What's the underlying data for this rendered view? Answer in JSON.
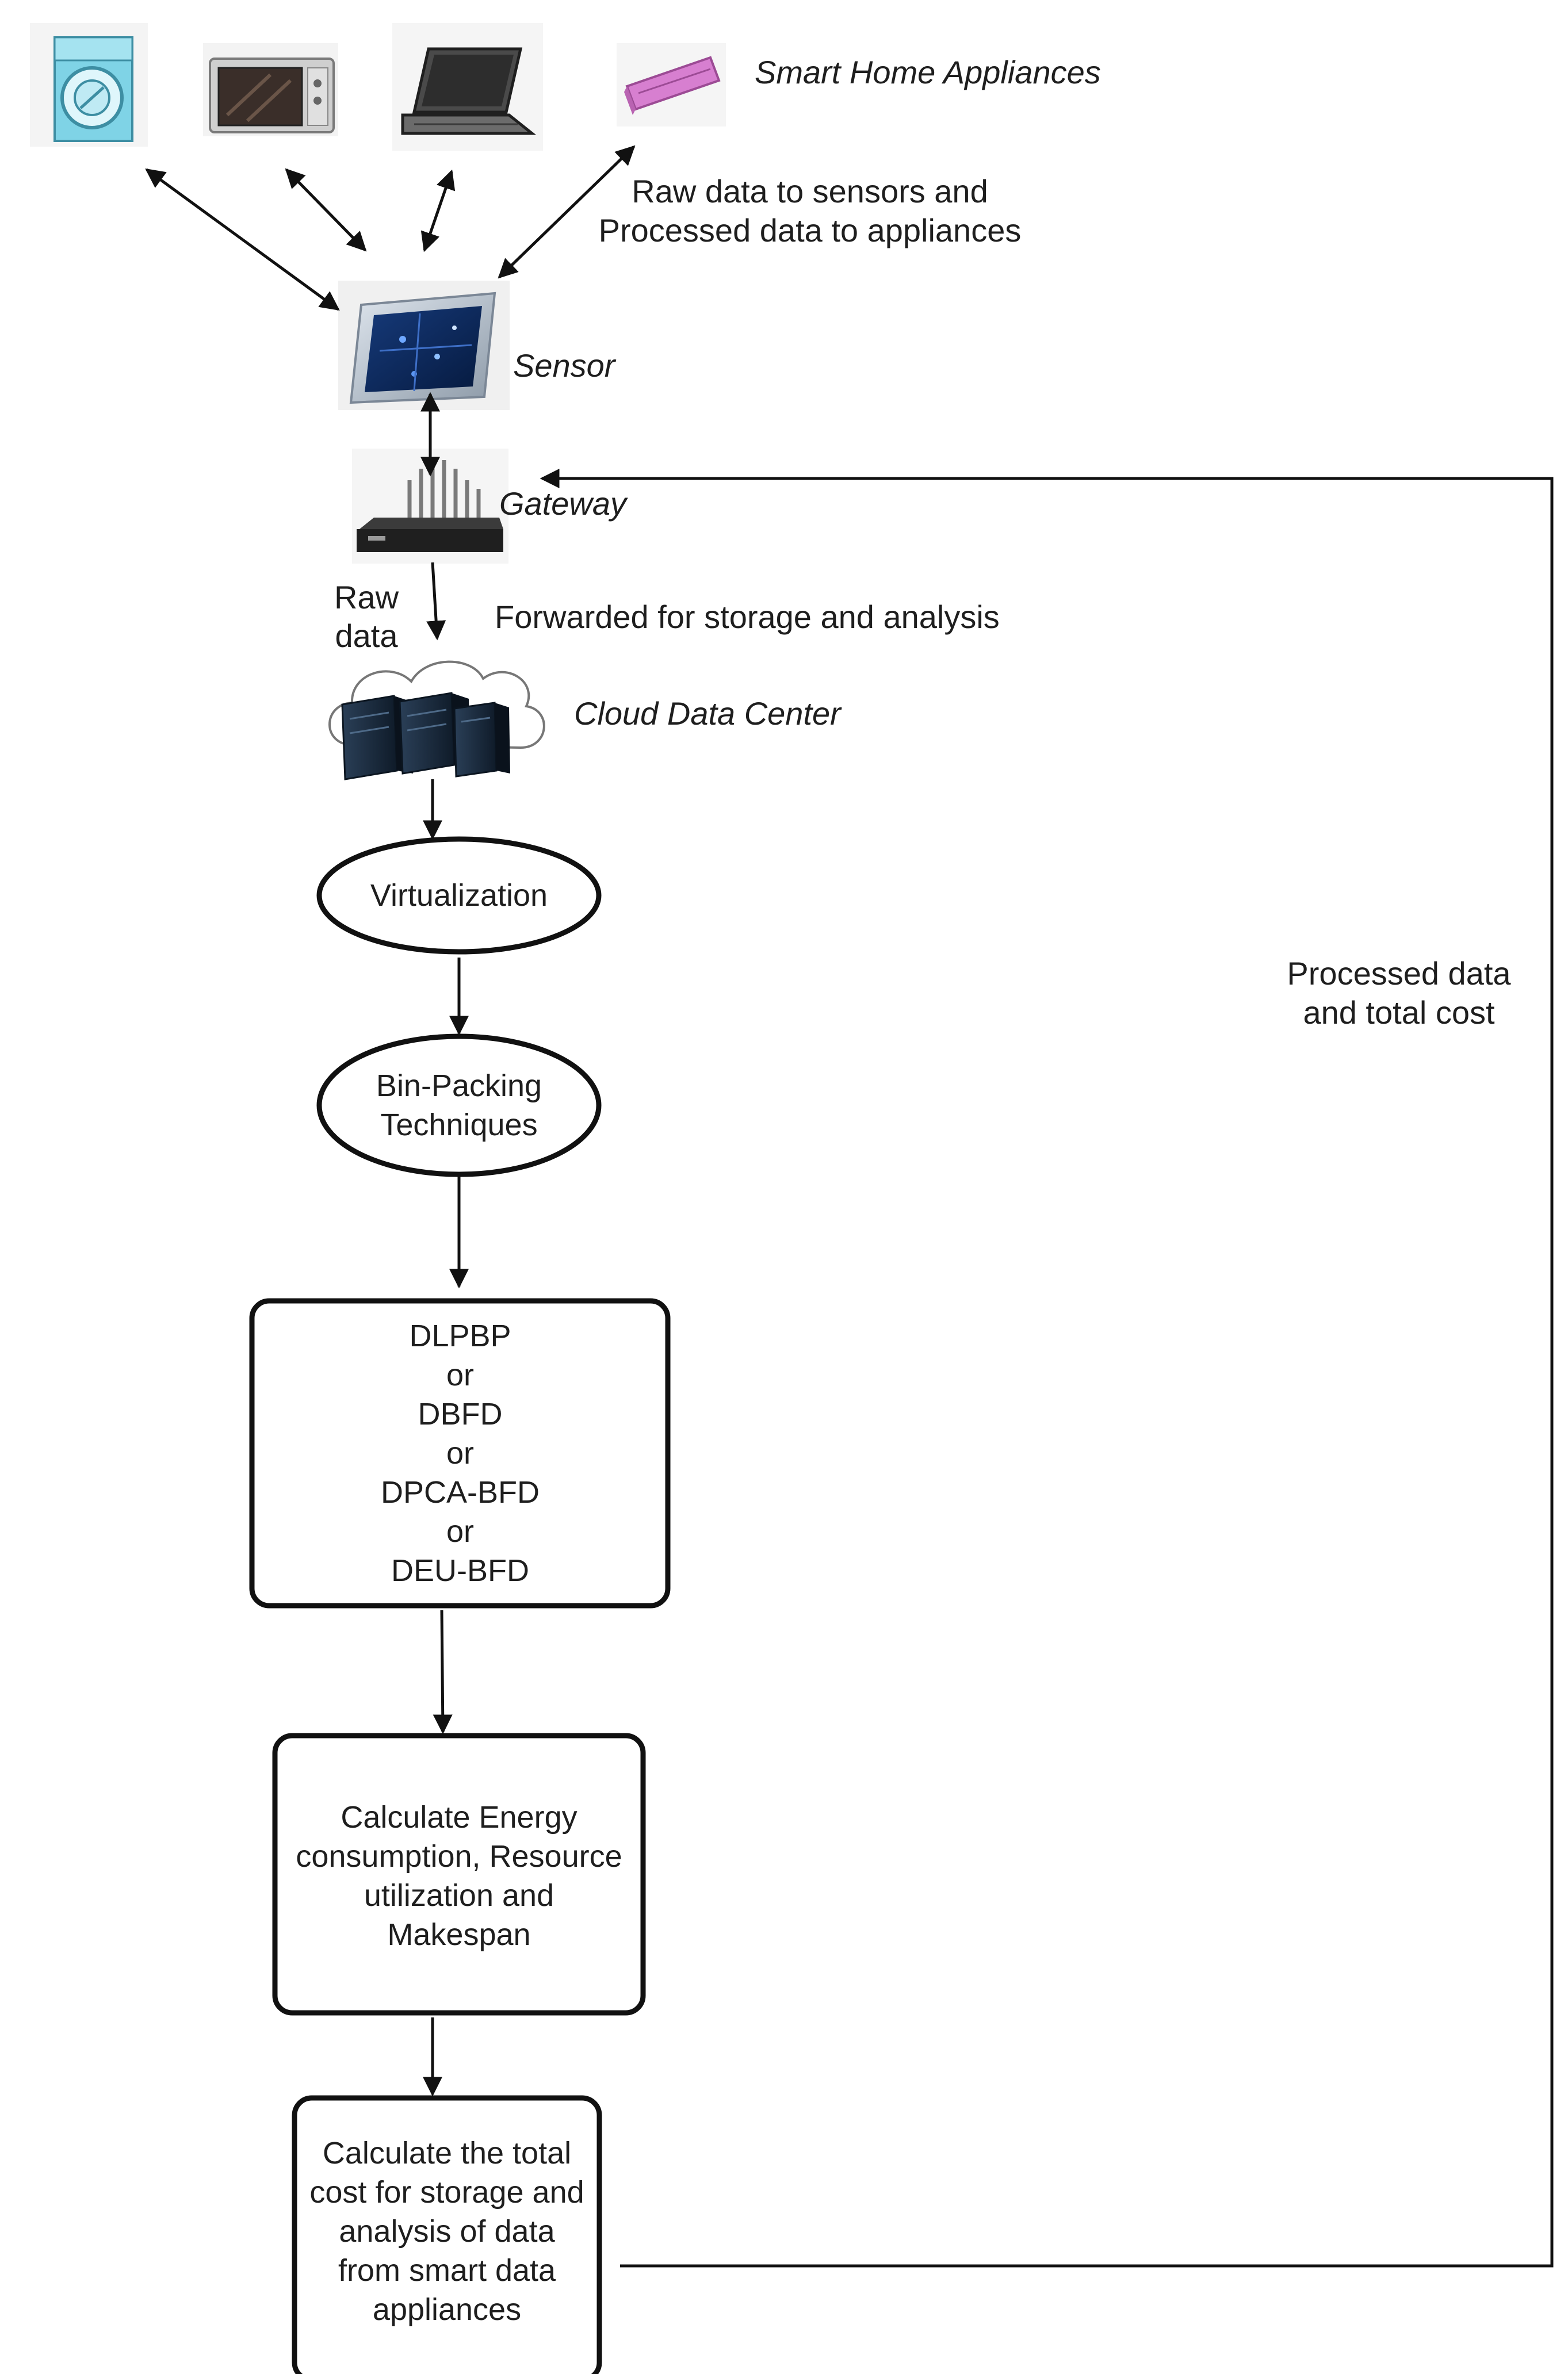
{
  "labels": {
    "appliances": "Smart Home Appliances",
    "raw_data_line1": "Raw data to sensors and",
    "raw_data_line2": "Processed data to appliances",
    "sensor": "Sensor",
    "gateway": "Gateway",
    "raw": "Raw",
    "data": "data",
    "forwarded": "Forwarded for storage and analysis",
    "cloud": "Cloud Data Center",
    "processed_line1": "Processed data",
    "processed_line2": "and total cost"
  },
  "nodes": {
    "virtualization": [
      "Virtualization"
    ],
    "bin_packing": [
      "Bin-Packing",
      "Techniques"
    ],
    "algorithms": [
      "DLPBP",
      "or",
      "DBFD",
      "or",
      "DPCA-BFD",
      "or",
      "DEU-BFD"
    ],
    "calc_energy": [
      "Calculate Energy",
      "consumption, Resource",
      "utilization and",
      "Makespan"
    ],
    "calc_cost": [
      "Calculate the total",
      "cost for storage and",
      "analysis of data",
      "from smart data",
      "appliances"
    ]
  },
  "icons": [
    "washing-machine-icon",
    "microwave-icon",
    "laptop-icon",
    "air-conditioner-icon",
    "sensor-icon",
    "gateway-router-icon",
    "cloud-server-icon"
  ],
  "colors": {
    "stroke": "#111111",
    "text": "#1e1e1e",
    "washer": "#7fd3e6",
    "ac": "#d77fd0"
  }
}
